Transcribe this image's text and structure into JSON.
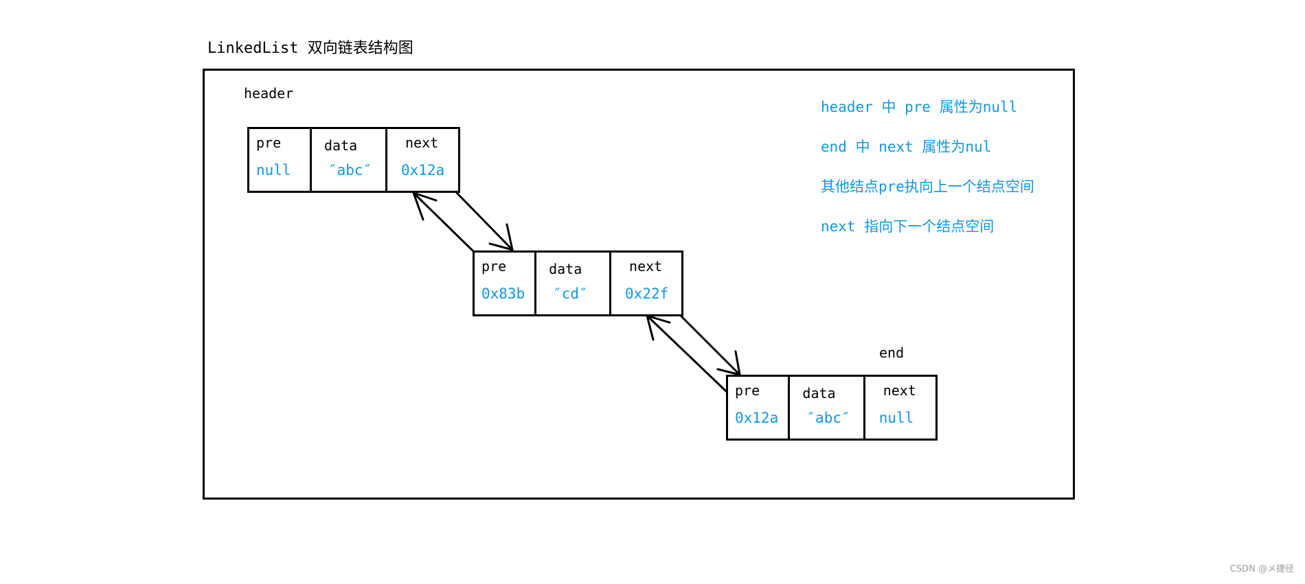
{
  "title": "LinkedList 双向链表结构图",
  "header_label": "header",
  "end_label": "end",
  "nodes": [
    {
      "pre_label": "pre",
      "data_label": "data",
      "next_label": "next",
      "pre_value": "null",
      "data_value": "″abc″",
      "next_value": "0x12a"
    },
    {
      "pre_label": "pre",
      "data_label": "data",
      "next_label": "next",
      "pre_value": "0x83b",
      "data_value": "″cd″",
      "next_value": "0x22f"
    },
    {
      "pre_label": "pre",
      "data_label": "data",
      "next_label": "next",
      "pre_value": "0x12a",
      "data_value": "″abc″",
      "next_value": "null"
    }
  ],
  "notes": [
    "header 中 pre 属性为null",
    "end 中 next 属性为nul",
    "其他结点pre执向上一个结点空间",
    "next 指向下一个结点空间"
  ],
  "watermark": "CSDN @メ捷径",
  "colors": {
    "value_text": "#1296db",
    "note_text": "#1296db",
    "lines": "#000000"
  }
}
